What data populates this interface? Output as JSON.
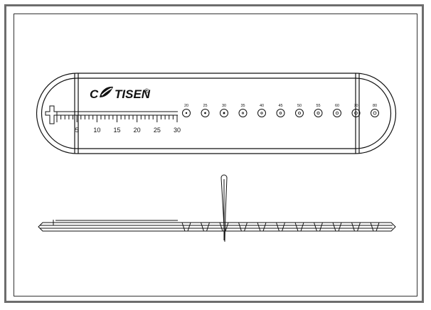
{
  "brand": {
    "prefix": "C",
    "name": "TISEN",
    "registered": "®"
  },
  "ruler": {
    "labels": [
      "5",
      "10",
      "15",
      "20",
      "25",
      "30"
    ],
    "max_mm": 30
  },
  "gauge_sizes": [
    "20",
    "25",
    "30",
    "35",
    "40",
    "45",
    "50",
    "55",
    "60",
    "70",
    "80"
  ],
  "colors": {
    "frame": "#6d6d6d",
    "stroke": "#111111",
    "background": "#ffffff"
  },
  "icons": {
    "brand_mark": "leaf-swirl-icon"
  }
}
